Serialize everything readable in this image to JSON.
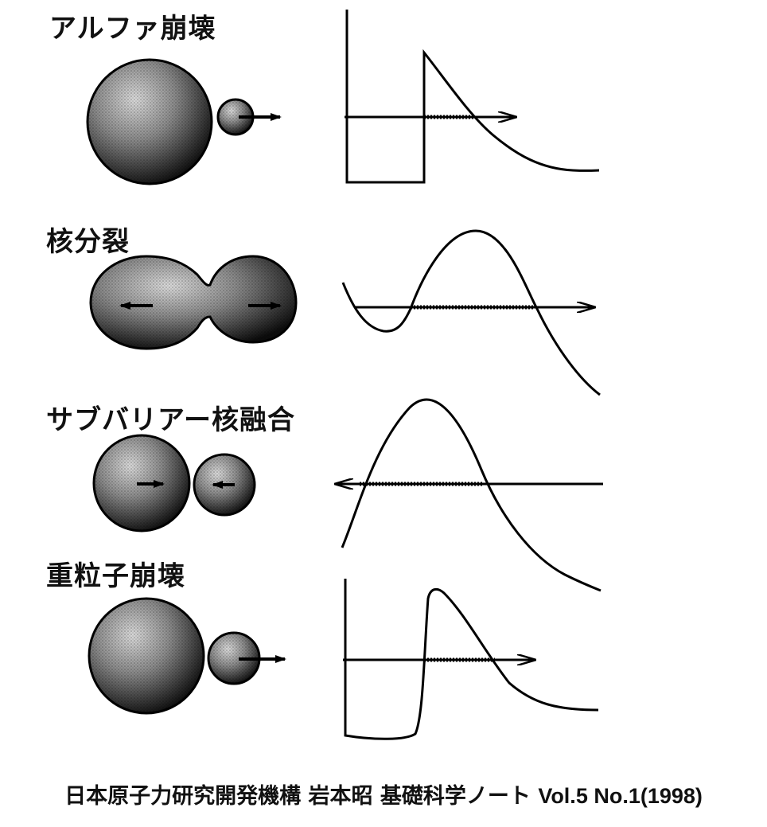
{
  "labels": {
    "alpha_decay": "アルファ崩壊",
    "fission": "核分裂",
    "subbarrier_fusion": "サブバリアー核融合",
    "heavy_particle_decay": "重粒子崩壊"
  },
  "caption": {
    "source": "日本原子力研究開発機構 岩本昭 基礎科学ノート",
    "volume": "Vol.5 No.1(1998)"
  }
}
